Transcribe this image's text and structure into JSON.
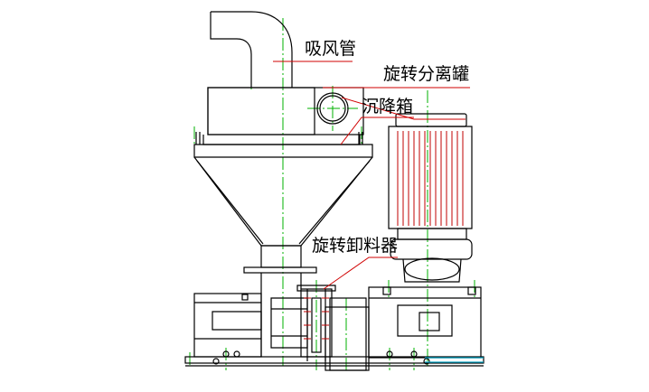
{
  "labels": {
    "suction_pipe": "吸风管",
    "rotary_separator": "旋转分离罐",
    "settling_box": "沉降箱",
    "rotary_discharger": "旋转卸料器"
  },
  "colors": {
    "outline": "#000000",
    "centerline": "#00b000",
    "leader": "#d00000",
    "motor_fins": "#c00000",
    "accent": "#00a0c0"
  }
}
